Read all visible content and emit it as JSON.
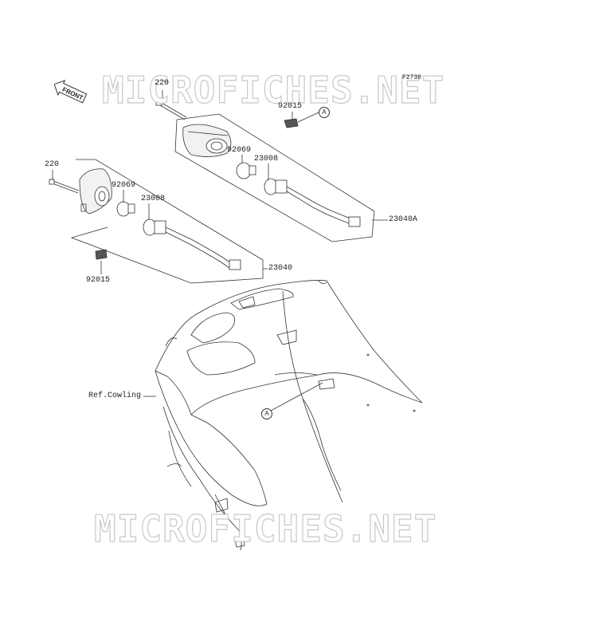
{
  "diagram": {
    "figure_code": "F2730",
    "watermark": "MICROFICHES.NET",
    "front_badge": "FRONT",
    "callouts": {
      "bolt_upper": "220",
      "bolt_lower": "220",
      "clip_upper": "92015",
      "clip_lower": "92015",
      "bulb_upper": "92069",
      "bulb_lower": "92069",
      "socket_upper": "23008",
      "socket_lower": "23008",
      "assembly_right": "23040A",
      "assembly_left": "23040",
      "cowling_ref": "Ref.Cowling",
      "ref_a_top": "A",
      "ref_a_cowl": "A"
    },
    "colors": {
      "line": "#333333",
      "watermark_stroke": "#c8c8c8",
      "part_fill": "#f2f2f2"
    }
  }
}
